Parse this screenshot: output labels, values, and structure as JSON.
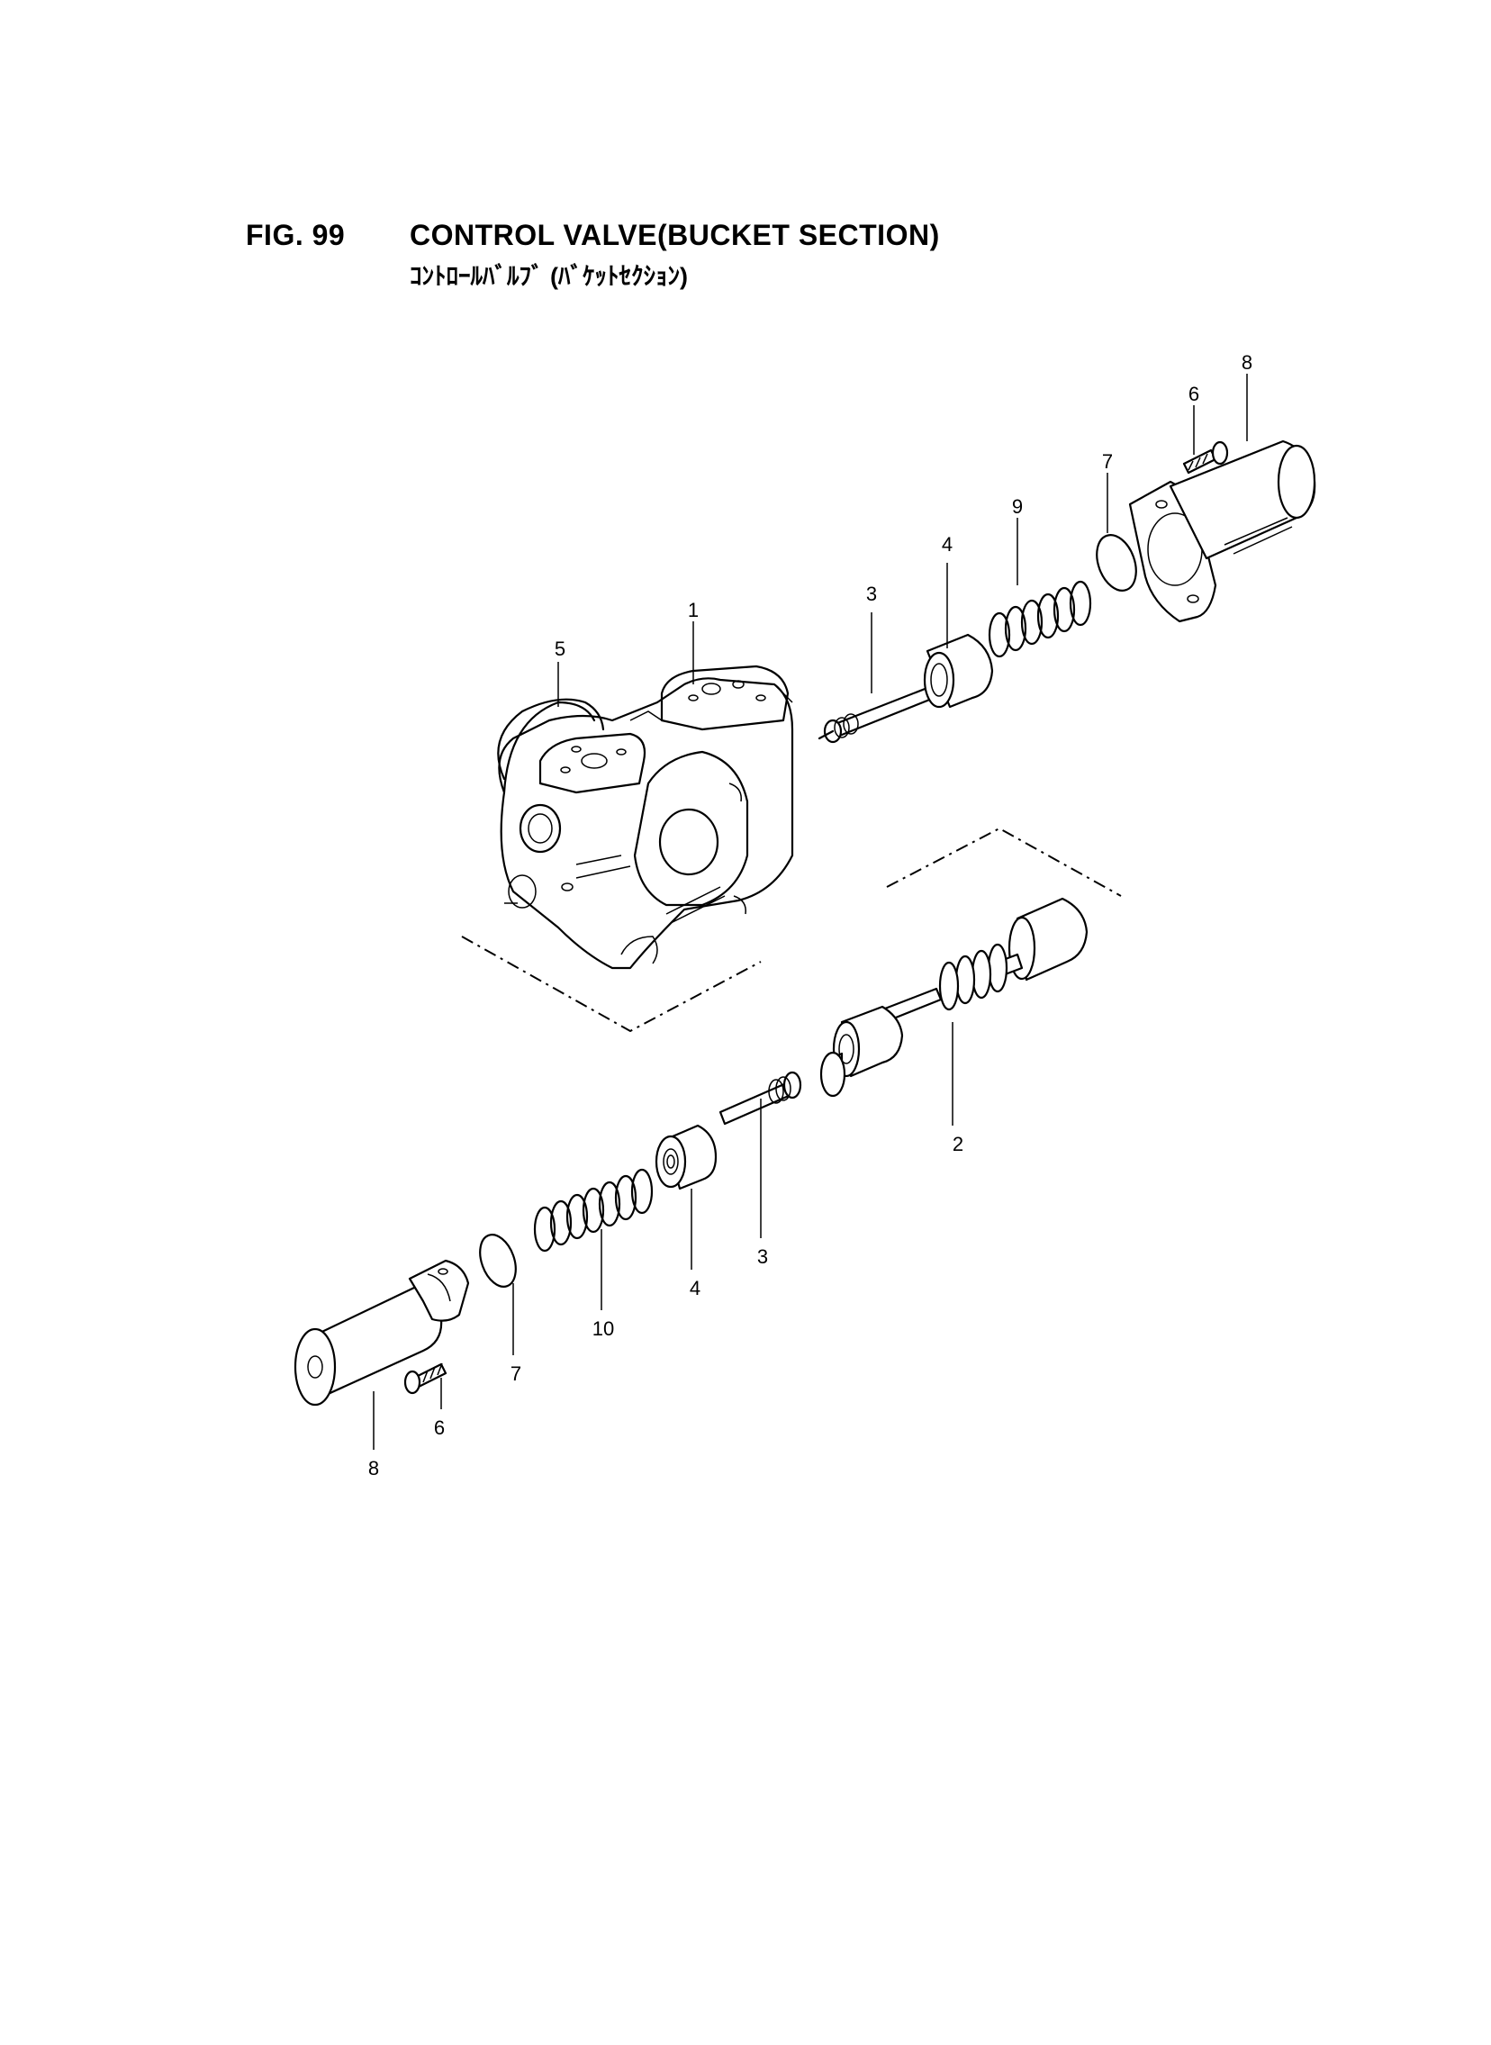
{
  "figure": {
    "number": "FIG. 99",
    "title": "CONTROL VALVE(BUCKET SECTION)",
    "subtitle": "ｺﾝﾄﾛｰﾙﾊﾞﾙﾌﾞ (ﾊﾞｹｯﾄｾｸｼｮﾝ)"
  },
  "callouts": {
    "c1": "1",
    "c2": "2",
    "c3a": "3",
    "c3b": "3",
    "c4a": "4",
    "c4b": "4",
    "c5": "5",
    "c6a": "6",
    "c6b": "6",
    "c7a": "7",
    "c7b": "7",
    "c8a": "8",
    "c8b": "8",
    "c9": "9",
    "c10": "10"
  }
}
